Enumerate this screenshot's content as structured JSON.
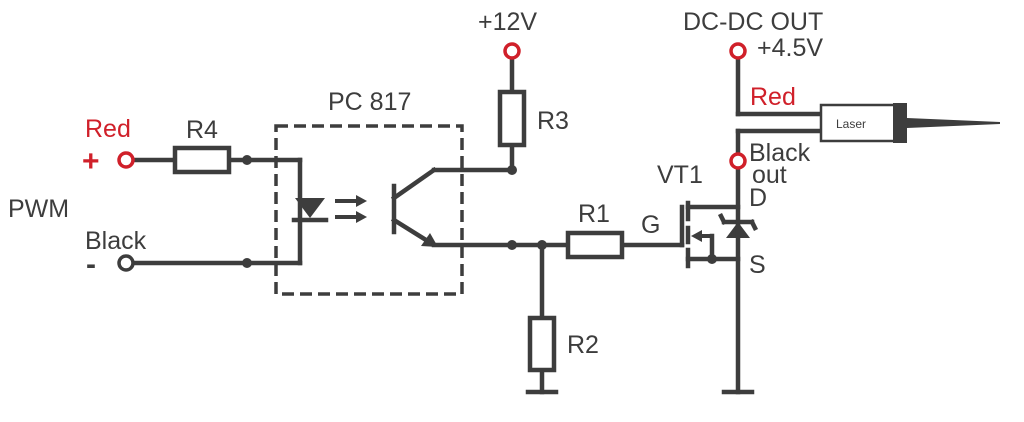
{
  "labels": {
    "red_input": "Red",
    "plus_sign": "+",
    "minus_sign": "-",
    "r4": "R4",
    "optocoupler": "PC 817",
    "pwm": "PWM",
    "black_input": "Black",
    "v12": "+12V",
    "r3": "R3",
    "r1": "R1",
    "r2": "R2",
    "dcdc_out": "DC-DC OUT",
    "v45": "+4.5V",
    "red_output": "Red",
    "laser": "Laser",
    "black_out_line1": "Black",
    "black_out_line2": "out",
    "vt1": "VT1",
    "gate": "G",
    "drain": "D",
    "source": "S"
  },
  "colors": {
    "wire": "#3d3d3d",
    "accent_red": "#d0202a",
    "background": "#ffffff"
  }
}
